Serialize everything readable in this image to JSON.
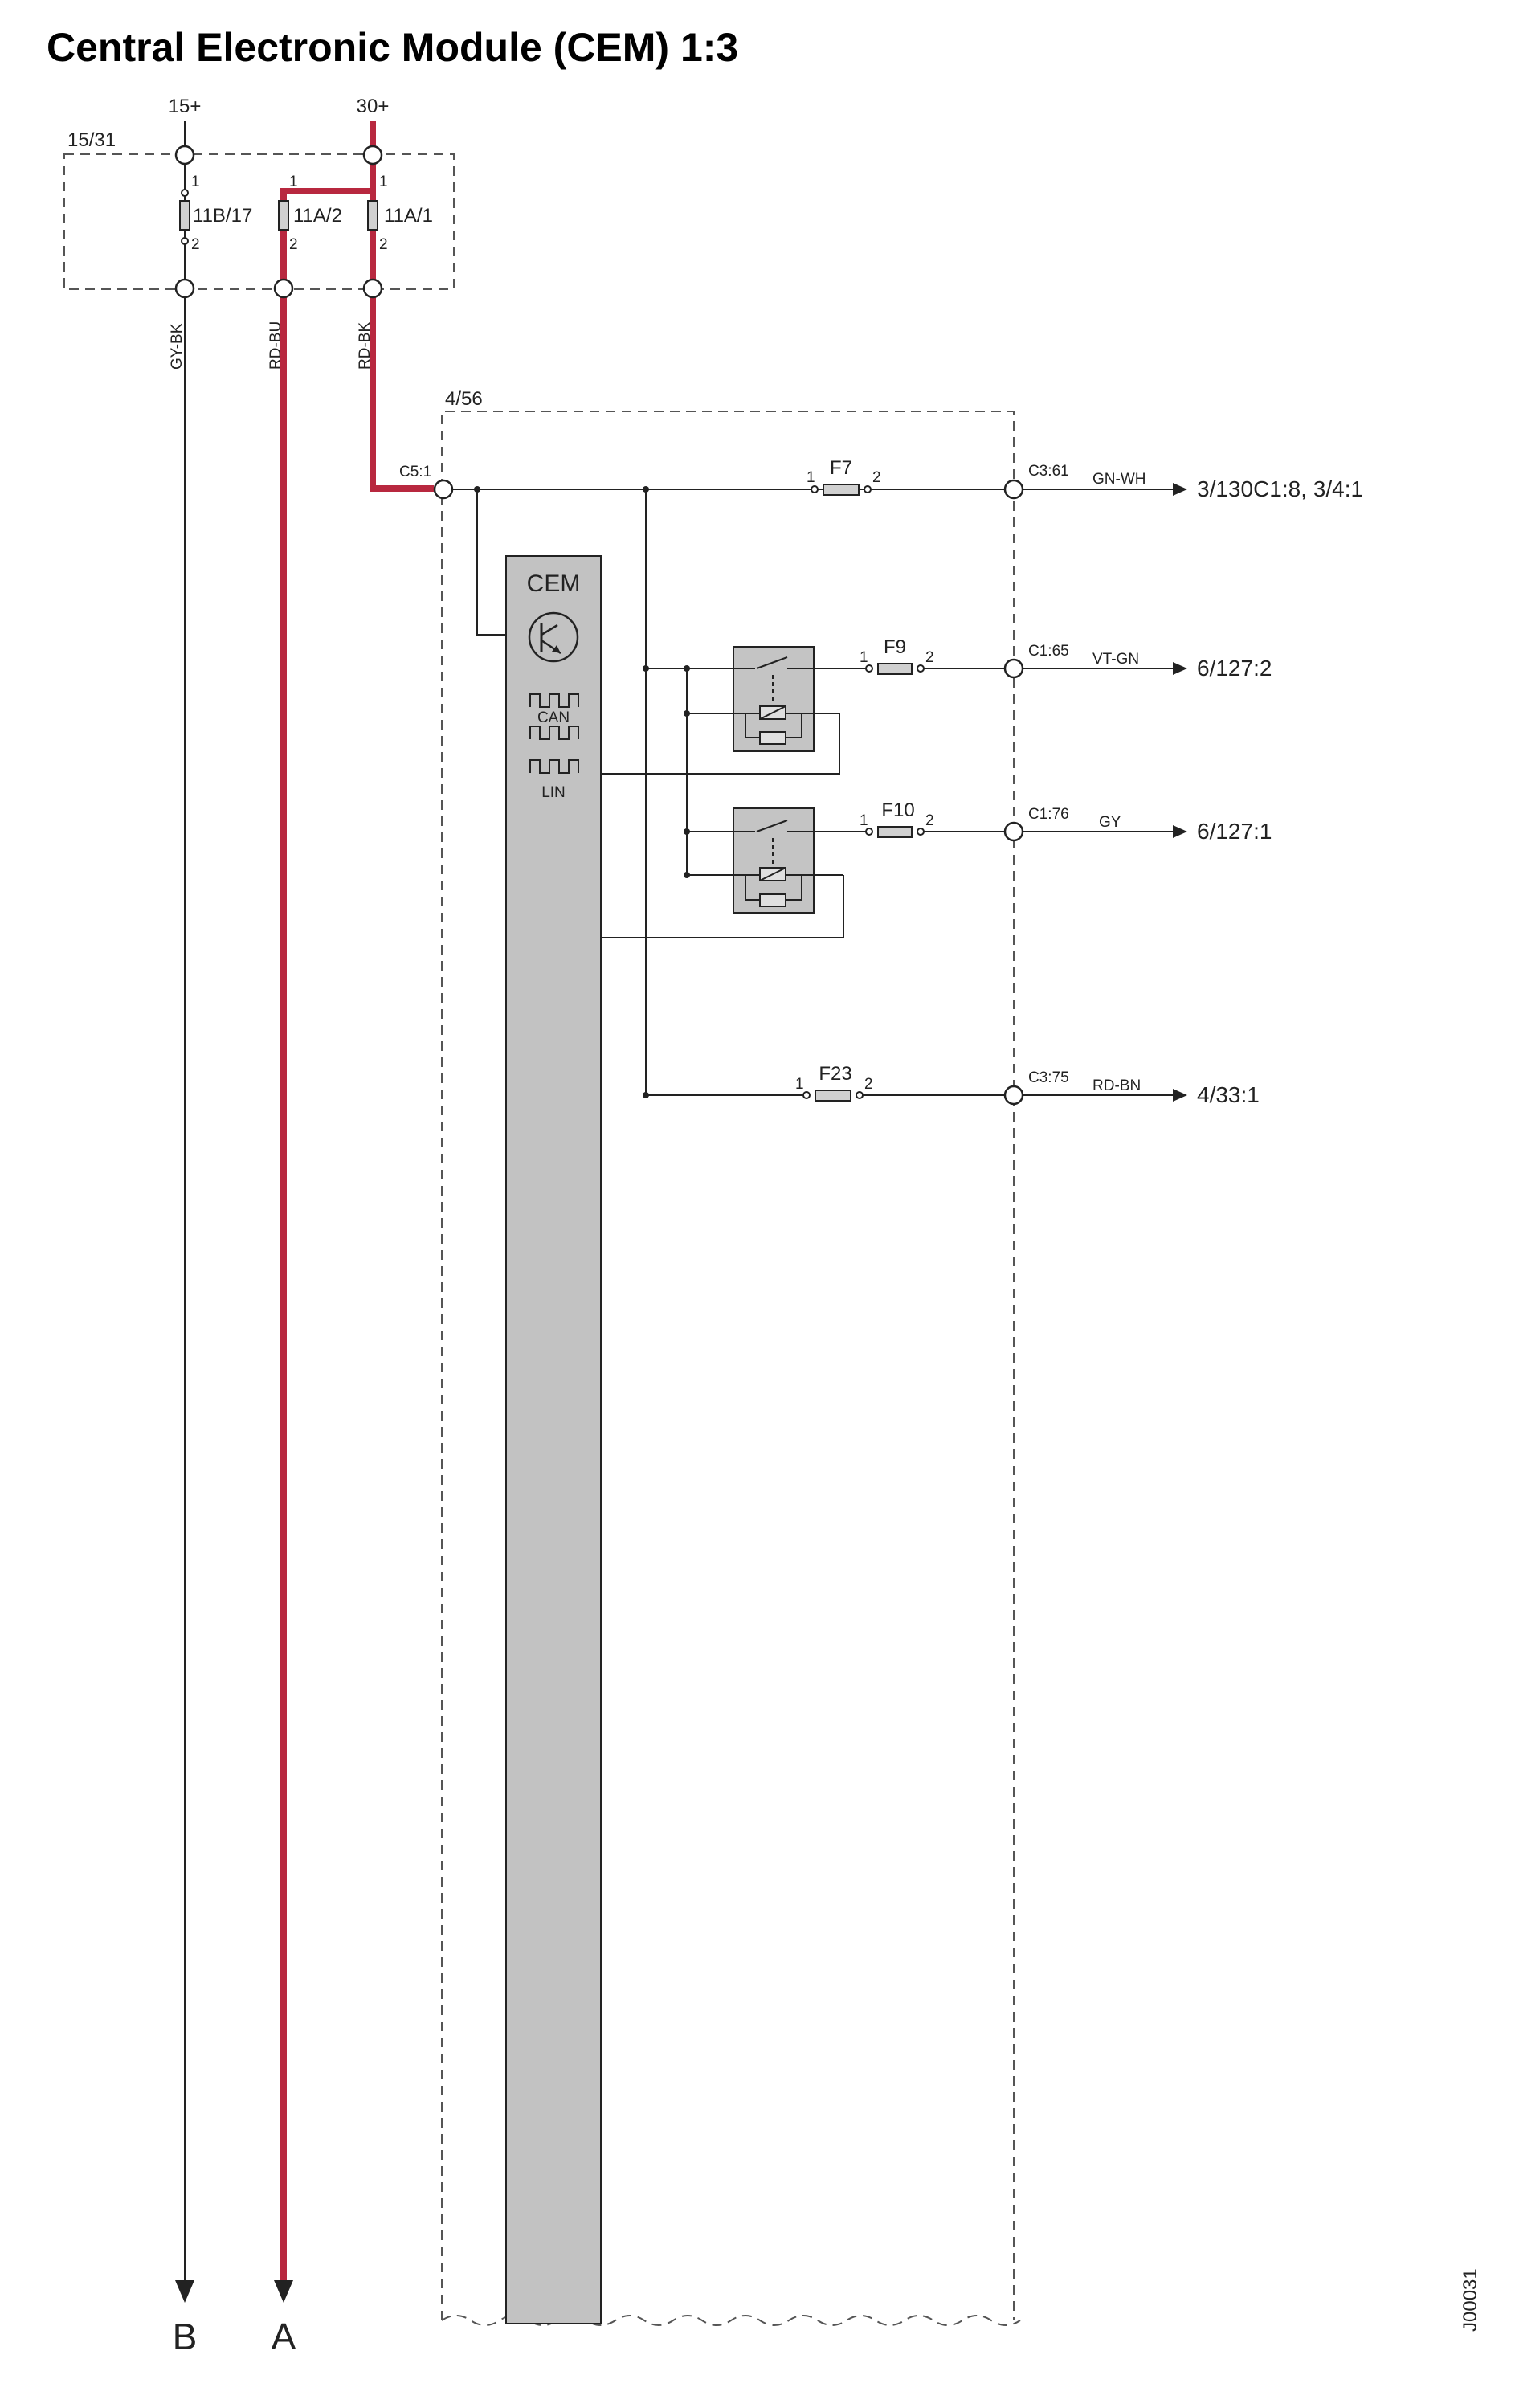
{
  "title": "Central Electronic Module (CEM) 1:3",
  "supplies": {
    "ign": "15+",
    "bat": "30+"
  },
  "fusebox": {
    "id": "15/31",
    "fuses": [
      "11B/17",
      "11A/2",
      "11A/1"
    ],
    "pin_top": "1",
    "pin_bottom": "2"
  },
  "wires": {
    "left": "GY-BK",
    "middle": "RD-BU",
    "right": "RD-BK"
  },
  "module": {
    "id": "4/56",
    "name": "CEM",
    "input": "C5:1",
    "bus_can": "CAN",
    "bus_lin": "LIN"
  },
  "outputs": [
    {
      "fuse": "F7",
      "pin1": "1",
      "pin2": "2",
      "connector": "C3:61",
      "color": "GN-WH",
      "dest": "3/130C1:8, 3/4:1"
    },
    {
      "fuse": "F9",
      "pin1": "1",
      "pin2": "2",
      "connector": "C1:65",
      "color": "VT-GN",
      "dest": "6/127:2"
    },
    {
      "fuse": "F10",
      "pin1": "1",
      "pin2": "2",
      "connector": "C1:76",
      "color": "GY",
      "dest": "6/127:1"
    },
    {
      "fuse": "F23",
      "pin1": "1",
      "pin2": "2",
      "connector": "C3:75",
      "color": "RD-BN",
      "dest": "4/33:1"
    }
  ],
  "arrows": {
    "left": "B",
    "right": "A"
  },
  "code": "J00031",
  "colors": {
    "highlight_wire": "#b8283f",
    "module_fill": "#c2c2c2"
  }
}
